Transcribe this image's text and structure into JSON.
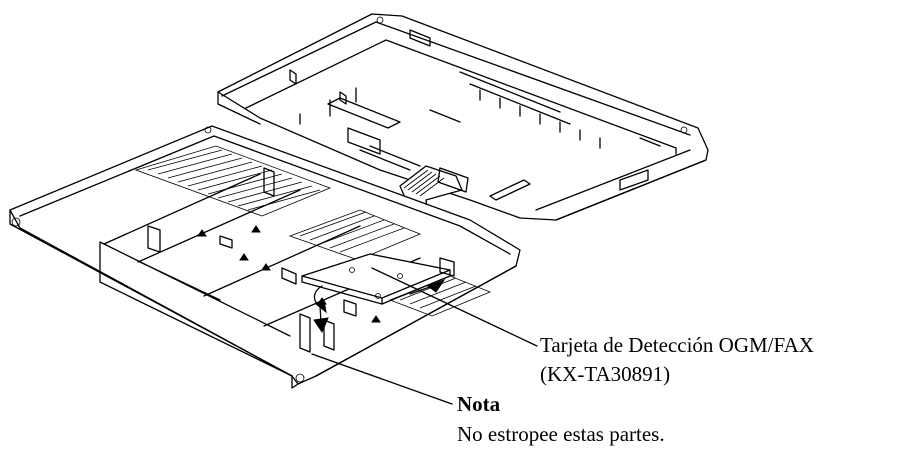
{
  "callouts": {
    "card_name": "Tarjeta de Detección OGM/FAX",
    "card_model": "(KX-TA30891)",
    "note_title": "Nota",
    "note_text": "No estropee estas partes."
  }
}
